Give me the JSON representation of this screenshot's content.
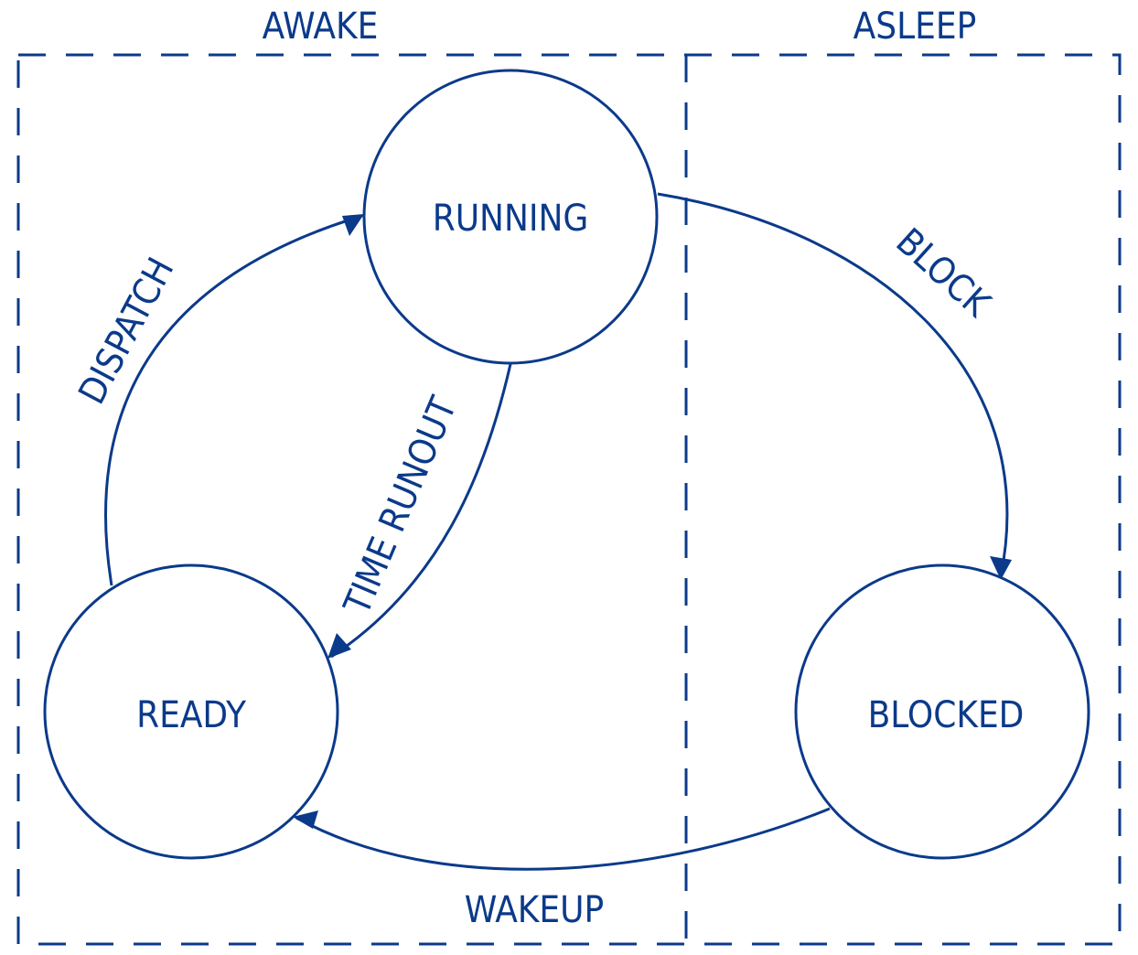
{
  "regions": {
    "awake": "AWAKE",
    "asleep": "ASLEEP"
  },
  "states": {
    "running": "RUNNING",
    "ready": "READY",
    "blocked": "BLOCKED"
  },
  "transitions": {
    "dispatch": "DISPATCH",
    "time_runout": "TIME RUNOUT",
    "block": "BLOCK",
    "wakeup": "WAKEUP"
  },
  "colors": {
    "ink": "#0b3a8a",
    "background": "#ffffff"
  }
}
